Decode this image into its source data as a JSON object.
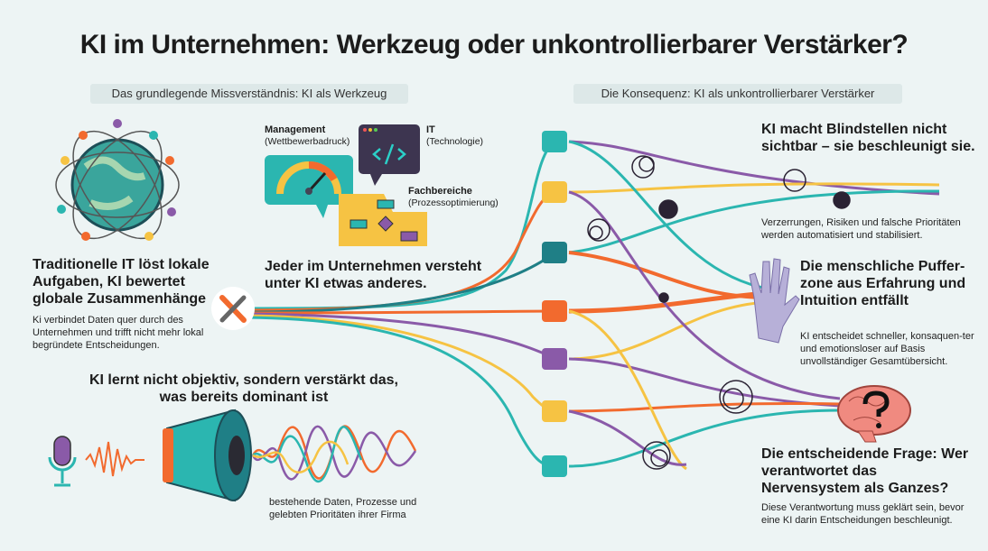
{
  "title": "KI im Unternehmen: Werkzeug oder unkontrollierbarer Verstärker?",
  "left_section": {
    "header": "Das grundlegende Missverständnis: KI als Werkzeug",
    "traditional": {
      "heading": "Traditionelle IT löst lokale Aufgaben, KI bewertet globale Zusammenhänge",
      "text": "Ki verbindet Daten quer durch des Unternehmen und trifft nicht mehr lokal begründete Entscheidungen."
    },
    "perspectives": {
      "heading": "Jeder im Unternehmen versteht unter KI etwas anderes.",
      "management_title": "Management",
      "management_sub": "(Wettbewerbadruck)",
      "it_title": "IT",
      "it_sub": "(Technologie)",
      "fach_title": "Fachbereiche",
      "fach_sub": "(Prozessoptimierung)"
    },
    "amplifier": {
      "heading": "KI lernt nicht objektiv, sondern verstärkt das, was bereits dominant ist",
      "text": "bestehende Daten, Prozesse und gelebten Prioritäten ihrer Firma"
    }
  },
  "right_section": {
    "header": "Die Konsequenz: KI als unkontrollierbarer Verstärker",
    "blindspots": {
      "heading": "KI macht Blindstellen nicht sichtbar – sie beschleunigt sie.",
      "text": "Verzerrungen, Risiken und falsche Prioritäten werden automatisiert und stabilisiert."
    },
    "buffer": {
      "heading": "Die menschliche Puffer-zone aus Erfahrung und Intuition entfällt",
      "text": "KI entscheidet schneller, konsaquen-ter und emotionsloser auf Basis unvollständiger Gesamtübersicht."
    },
    "question": {
      "heading": "Die entscheidende Frage: Wer verantwortet das Nervensystem als Ganzes?",
      "text": "Diese Verantwortung muss geklärt sein, bevor eine KI darin Entscheidungen beschleunigt."
    }
  },
  "colors": {
    "teal": "#2bb6b0",
    "orange": "#f26a2e",
    "yellow": "#f6c343",
    "purple": "#8a5aa8",
    "darkteal": "#1f7f86",
    "background": "#edf4f4"
  },
  "icons": [
    "globe-network-icon",
    "wrench-screwdriver-icon",
    "gauge-icon",
    "code-window-icon",
    "flowchart-icon",
    "microphone-icon",
    "speaker-icon",
    "hand-icon",
    "brain-question-icon",
    "tangle-icon"
  ]
}
